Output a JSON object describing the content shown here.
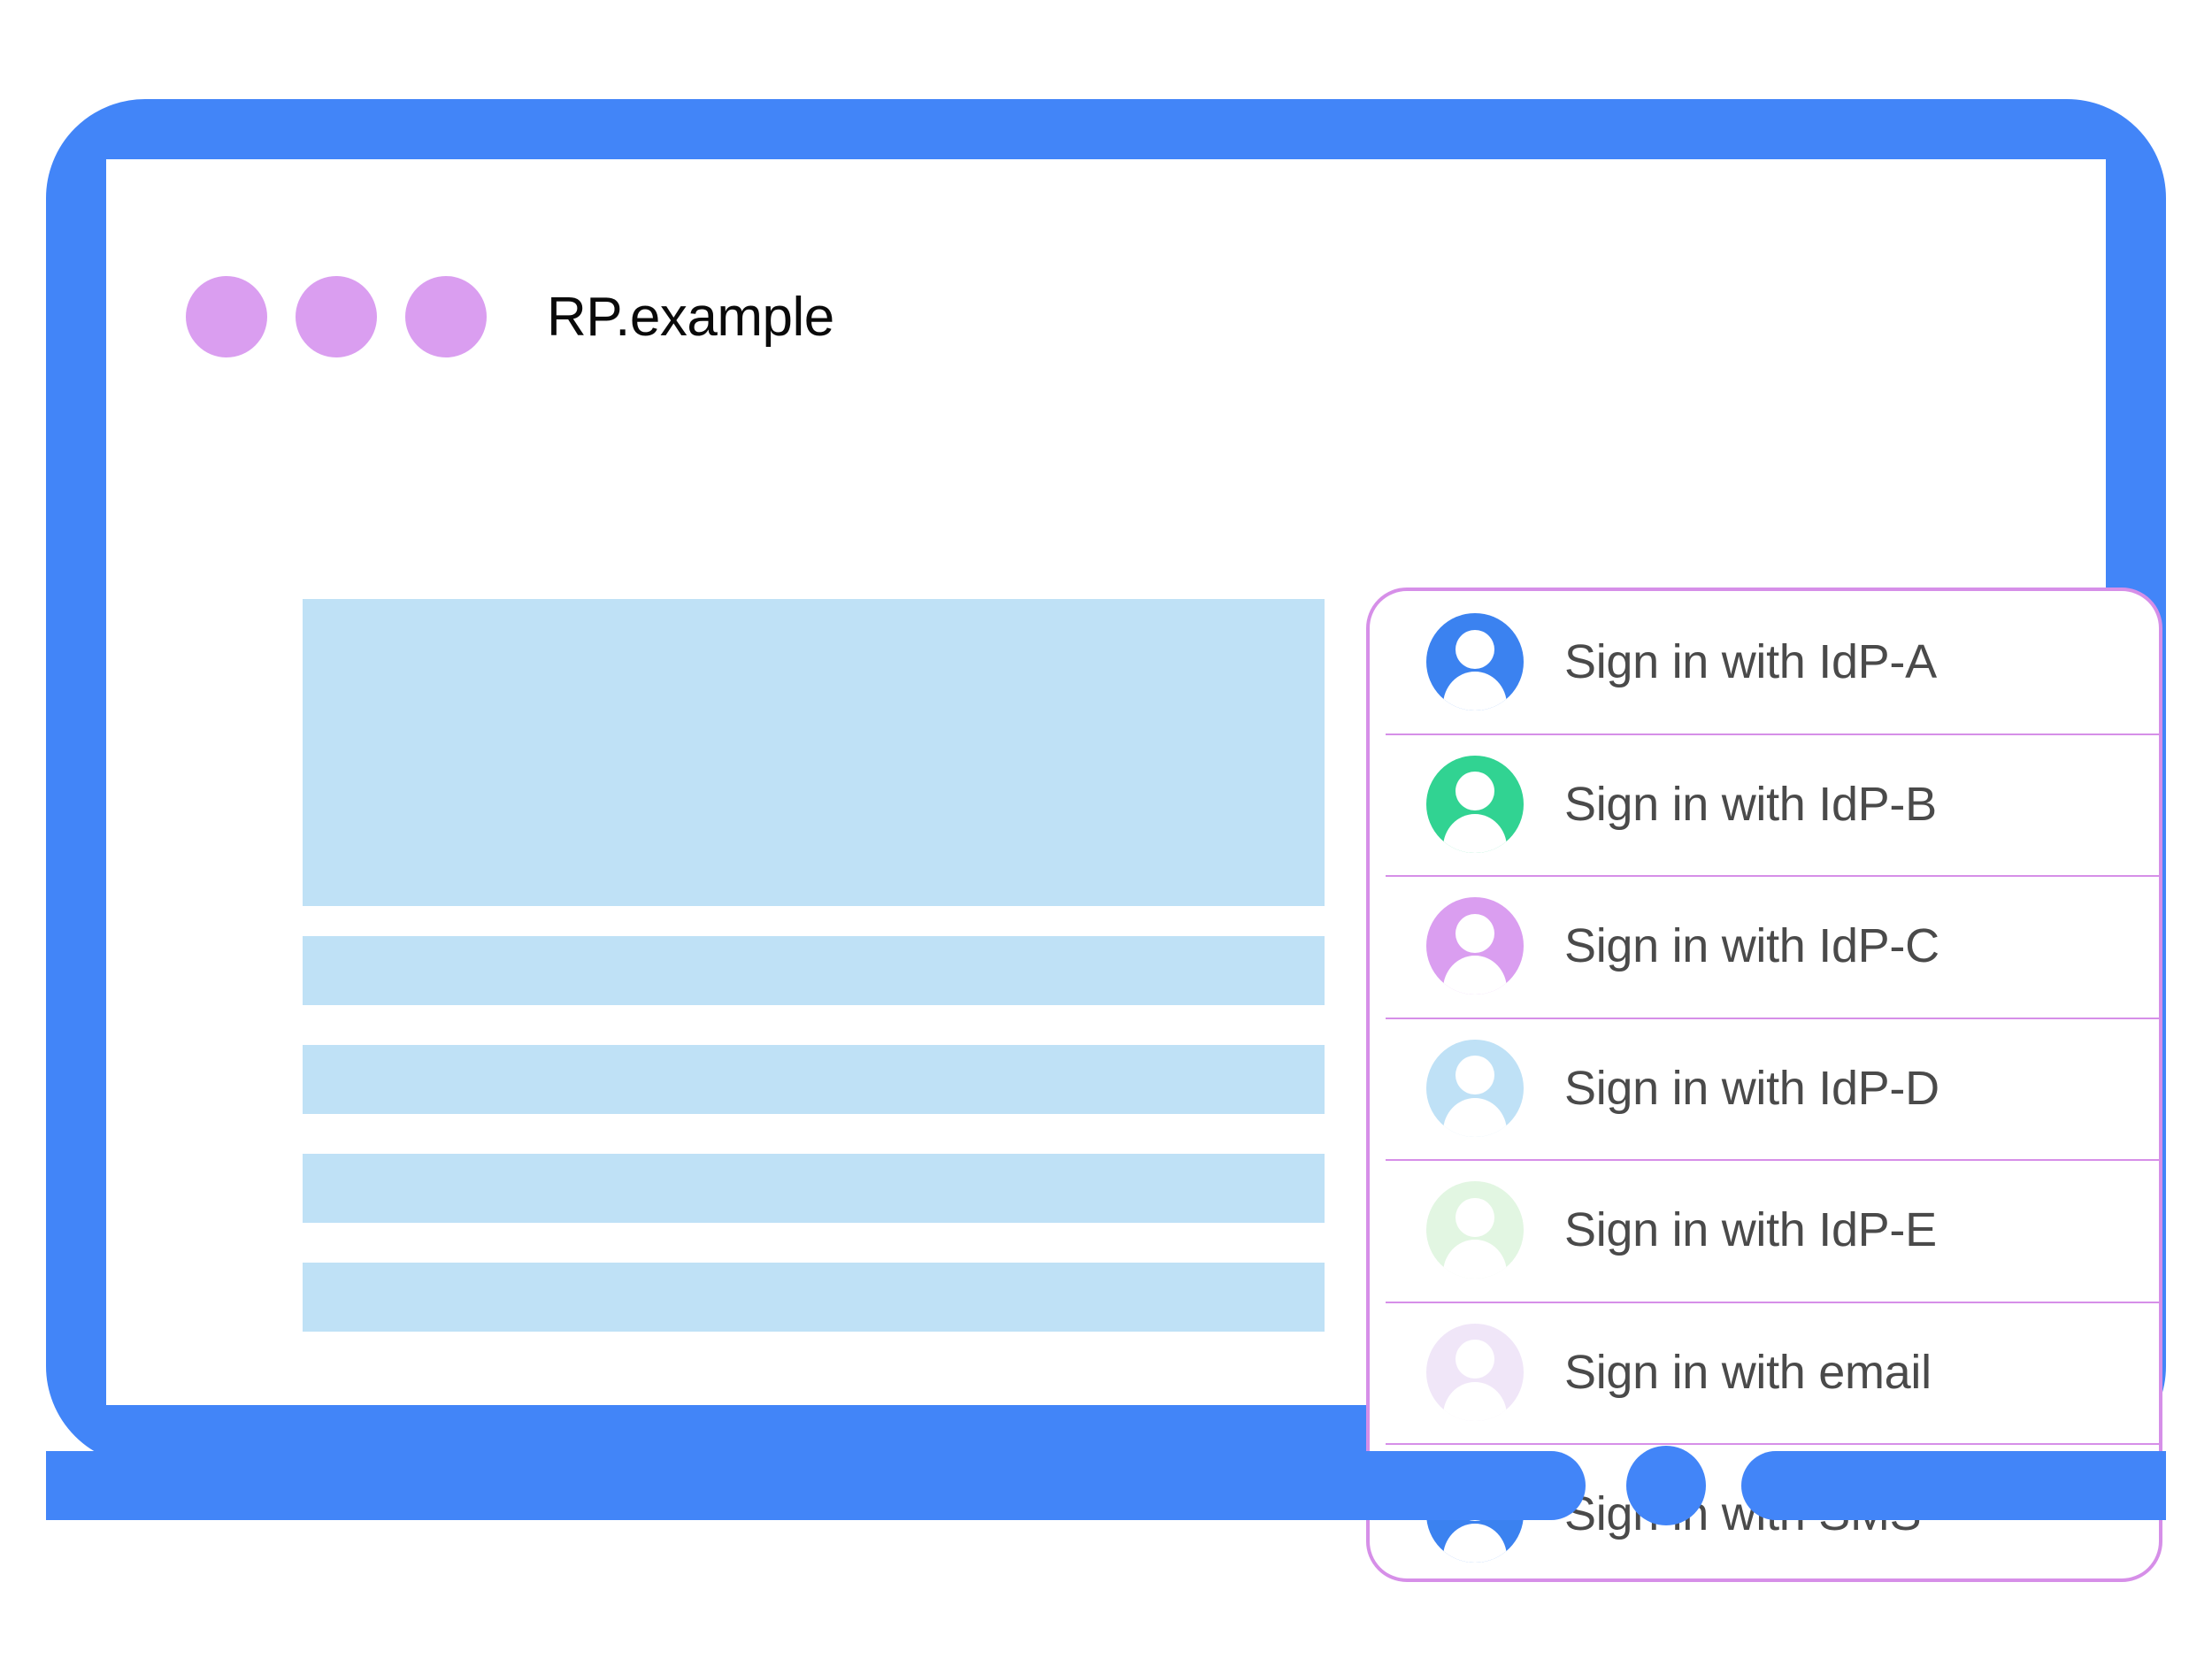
{
  "colors": {
    "device_frame": "#4285F8",
    "window_dot": "#DA9EF0",
    "placeholder": "#BFE1F6",
    "panel_border": "#D68FE8",
    "label_text": "#4a4a4a",
    "title_text": "#0a0a0a"
  },
  "window": {
    "title": "RP.example",
    "dots": [
      {
        "name": "window-dot-1"
      },
      {
        "name": "window-dot-2"
      },
      {
        "name": "window-dot-3"
      }
    ]
  },
  "content": {
    "placeholders": [
      {
        "kind": "hero"
      },
      {
        "kind": "bar"
      },
      {
        "kind": "bar"
      },
      {
        "kind": "bar"
      },
      {
        "kind": "bar"
      }
    ]
  },
  "signin_panel": {
    "items": [
      {
        "label": "Sign in with IdP-A",
        "avatar_color": "#3B82F0",
        "icon": "person-avatar-icon"
      },
      {
        "label": "Sign in with IdP-B",
        "avatar_color": "#31D392",
        "icon": "person-avatar-icon"
      },
      {
        "label": "Sign in with IdP-C",
        "avatar_color": "#DA9EF0",
        "icon": "person-avatar-icon"
      },
      {
        "label": "Sign in with IdP-D",
        "avatar_color": "#BFE1F6",
        "icon": "person-avatar-icon"
      },
      {
        "label": "Sign in with IdP-E",
        "avatar_color": "#E2F6E2",
        "icon": "person-avatar-icon"
      },
      {
        "label": "Sign in with email",
        "avatar_color": "#F0E6F8",
        "icon": "person-avatar-icon"
      },
      {
        "label": "Sign in with SMS",
        "avatar_color": "#3B82F0",
        "icon": "person-avatar-icon"
      }
    ]
  },
  "device": {
    "home_button": "home-button"
  }
}
